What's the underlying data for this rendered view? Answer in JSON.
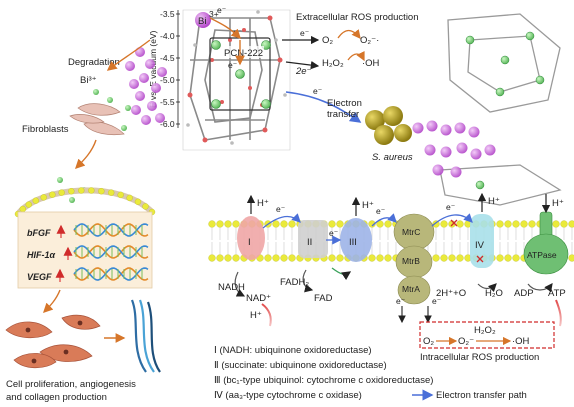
{
  "mof": {
    "label": "PCN-222",
    "bi_label": "Bi",
    "bi_superscript": "3+",
    "electron": "e⁻",
    "axis_label": "E vs. E vacuum (eV)",
    "axis_ticks": [
      "-3.5",
      "-4.0",
      "-4.5",
      "-5.0",
      "-5.5",
      "-6.0"
    ]
  },
  "extracellular": {
    "title": "Extracellular ROS production",
    "o2": "O₂",
    "superoxide": "O₂⁻·",
    "two_e": "2e⁻",
    "h2o2": "H₂O₂",
    "oh": "·OH"
  },
  "electron_transfer": {
    "e": "e⁻",
    "label_line1": "Electron",
    "label_line2": "transfer"
  },
  "bacteria": {
    "label": "S. aureus"
  },
  "left_panel": {
    "degradation": "Degradation",
    "bi_ion": "Bi³⁺",
    "fibroblasts": "Fibroblasts",
    "genes": [
      "bFGF",
      "HIF-1α",
      "VEGF"
    ],
    "outcome_line1": "Cell proliferation, angiogenesis",
    "outcome_line2": "and collagen production"
  },
  "membrane": {
    "complexes": [
      "I",
      "II",
      "III",
      "IV"
    ],
    "mtr": [
      "MtrC",
      "MtrB",
      "MtrA"
    ],
    "atpase": "ATPase",
    "h_plus": "H⁺",
    "e": "e⁻",
    "nadh": "NADH",
    "nad_plus": "NAD⁺",
    "fadh2": "FADH₂",
    "fad": "FAD",
    "water_reaction": "2H⁺+O",
    "h2o": "H₂O",
    "adp": "ADP",
    "atp": "ATP"
  },
  "intracellular": {
    "o2": "O₂",
    "superoxide": "O₂⁻",
    "h2o2": "H₂O₂",
    "oh": "·OH",
    "label": "Intracellular ROS production"
  },
  "legend": {
    "items": [
      "Ⅰ (NADH: ubiquinone oxidoreductase)",
      "Ⅱ (succinate: ubiquinone oxidoreductase)",
      "Ⅲ (bc₁-type ubiquinol: cytochrome c oxidoreductase)",
      "Ⅳ (aa₃-type cytochrome c oxidase)"
    ],
    "arrow_label": "Electron transfer path"
  },
  "colors": {
    "complex_I": "#f0a6a6",
    "complex_II": "#cfcfcf",
    "complex_III": "#9db4e8",
    "complex_IV": "#a8e0ea",
    "mtr": "#b8b77a",
    "atpase": "#6fbf73",
    "lipid_head": "#eaea3a",
    "electron_arrow": "#4a6fd8",
    "gene_panel": "#fbeeda",
    "bacteria": "#b9a21b",
    "bi_sphere": "#c65bd8",
    "zr_node": "#44c764"
  }
}
